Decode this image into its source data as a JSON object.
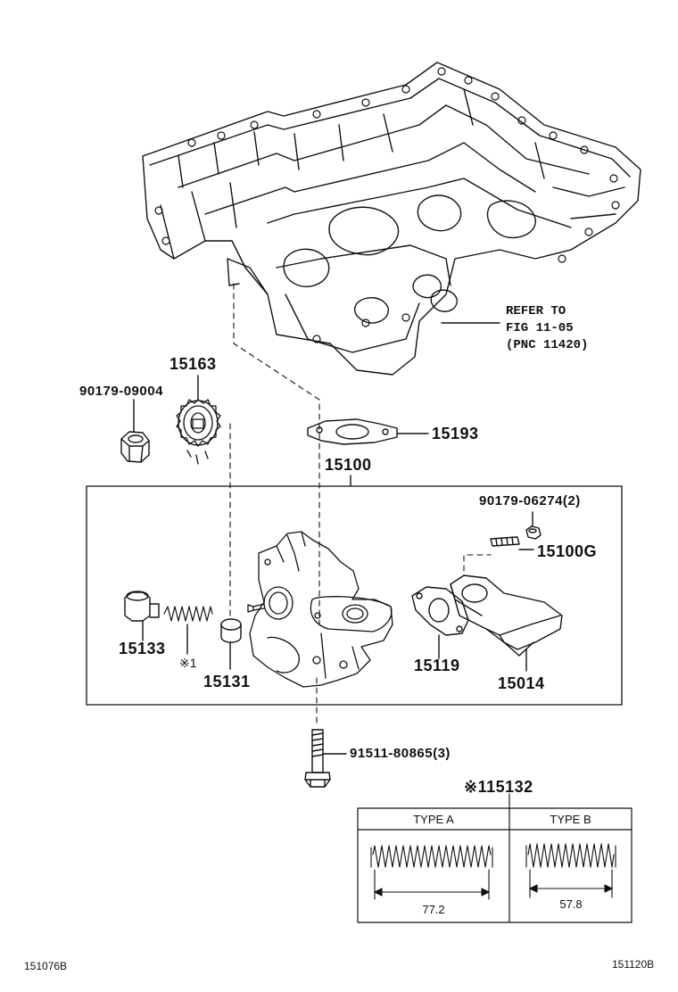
{
  "parts": {
    "p15163": "15163",
    "p90179_09004": "90179-09004",
    "p15193": "15193",
    "p15100": "15100",
    "p90179_06274": "90179-06274(2)",
    "p15100G": "15100G",
    "p15133": "15133",
    "note_mark": "※1",
    "p15131": "15131",
    "p15119": "15119",
    "p15014": "15014",
    "p91511": "91511-80865(3)",
    "p15132": "※115132"
  },
  "refer": {
    "line1": "REFER TO",
    "line2": "FIG 11-05",
    "line3": "(PNC 11420)"
  },
  "spring_table": {
    "type_a": {
      "header": "TYPE A",
      "length": "77.2"
    },
    "type_b": {
      "header": "TYPE B",
      "length": "57.8"
    }
  },
  "footer": {
    "left_code": "151076B",
    "right_code": "151120B"
  }
}
